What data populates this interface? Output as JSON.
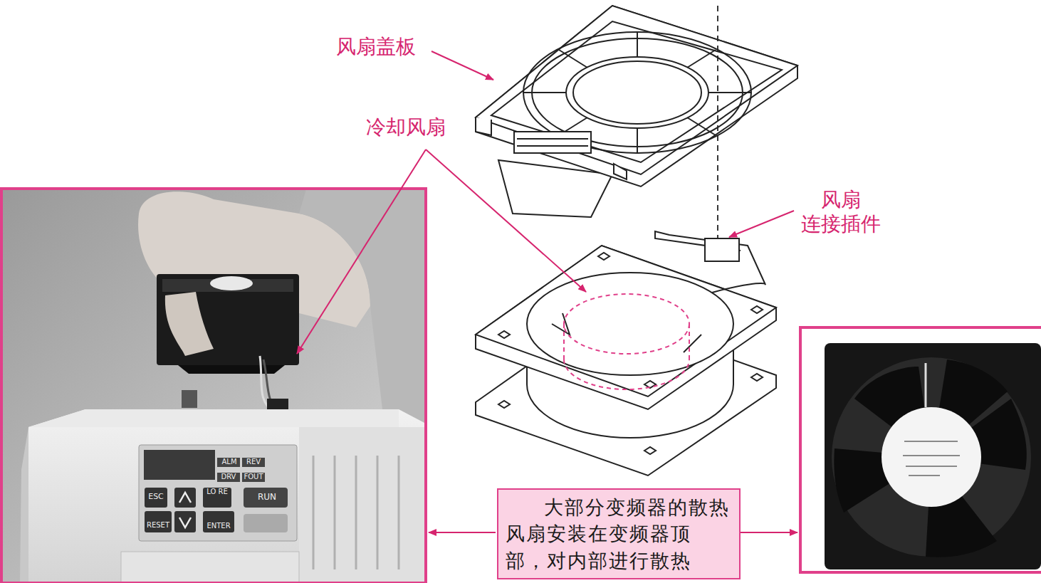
{
  "diagram": {
    "nodes": [
      {
        "text": [
          "大部分变频器的散热风扇安装在变频器顶部，对内部进行散热"
        ]
      }
    ],
    "labels": [
      "风扇盖板",
      "冷却风扇",
      "风扇 连接插件",
      "ALM",
      "REV",
      "DRV",
      "FOUT",
      "ESC",
      "LO RE",
      "RUN",
      "RESET",
      "ENTER"
    ]
  }
}
